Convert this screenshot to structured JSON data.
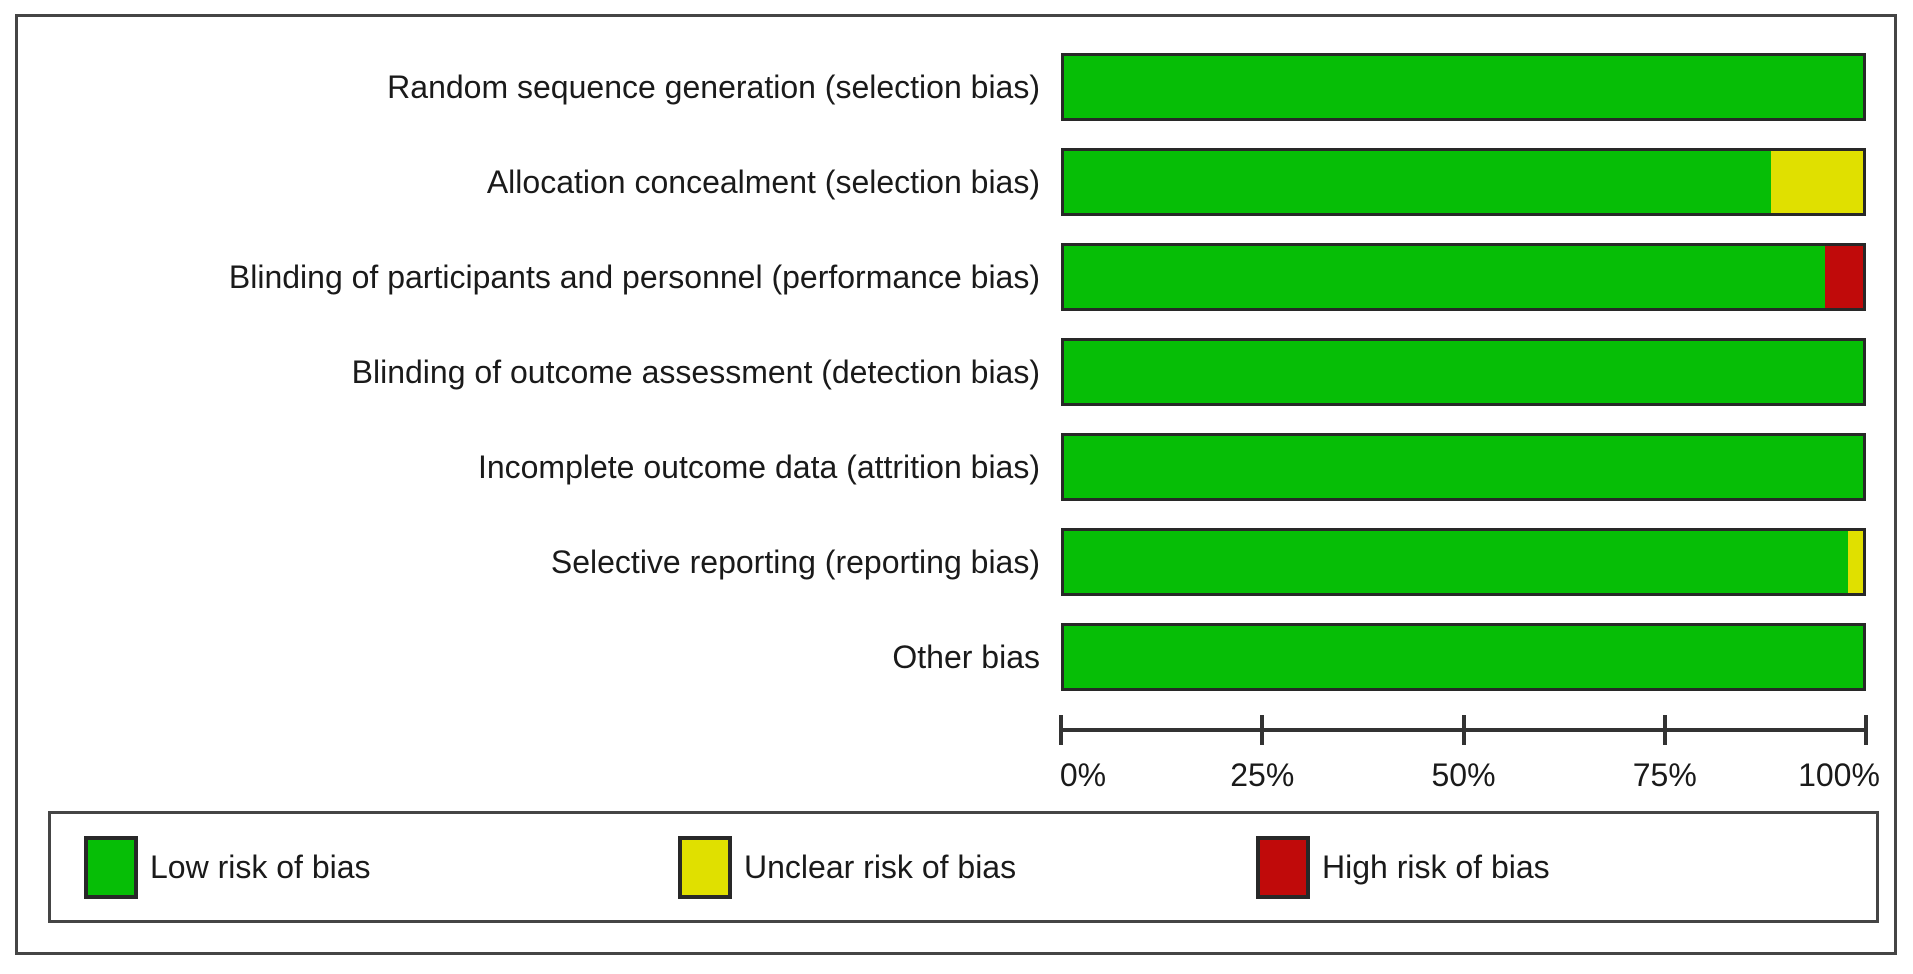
{
  "chart_data": {
    "type": "bar",
    "subtype": "horizontal-stacked-percentage",
    "title": "",
    "categories": [
      "Random sequence generation (selection bias)",
      "Allocation concealment (selection bias)",
      "Blinding of participants and personnel (performance bias)",
      "Blinding of outcome assessment (detection bias)",
      "Incomplete outcome data (attrition bias)",
      "Selective reporting (reporting bias)",
      "Other bias"
    ],
    "series": [
      {
        "name": "Low risk of bias",
        "color": "#06BE06",
        "values": [
          100,
          88.5,
          95.3,
          100,
          100,
          98.1,
          100
        ]
      },
      {
        "name": "Unclear risk of bias",
        "color": "#E0E000",
        "values": [
          0,
          11.5,
          0,
          0,
          0,
          1.9,
          0
        ]
      },
      {
        "name": "High risk of bias",
        "color": "#C00A0A",
        "values": [
          0,
          0,
          4.7,
          0,
          0,
          0,
          0
        ]
      }
    ],
    "x_axis": {
      "range": [
        0,
        100
      ],
      "ticks": [
        {
          "label": "0%",
          "pct": 0
        },
        {
          "label": "25%",
          "pct": 25
        },
        {
          "label": "50%",
          "pct": 50
        },
        {
          "label": "75%",
          "pct": 75
        },
        {
          "label": "100%",
          "pct": 100
        }
      ]
    },
    "legend_position": "bottom"
  },
  "legend": {
    "items": [
      {
        "label": "Low risk of bias",
        "color": "#06BE06"
      },
      {
        "label": "Unclear risk of bias",
        "color": "#E0E000"
      },
      {
        "label": "High risk of bias",
        "color": "#C00A0A"
      }
    ]
  },
  "colors": {
    "low": "#06BE06",
    "unclear": "#E0E000",
    "high": "#C00A0A",
    "border": "#282828",
    "frame": "#454545",
    "axis": "#333333"
  }
}
